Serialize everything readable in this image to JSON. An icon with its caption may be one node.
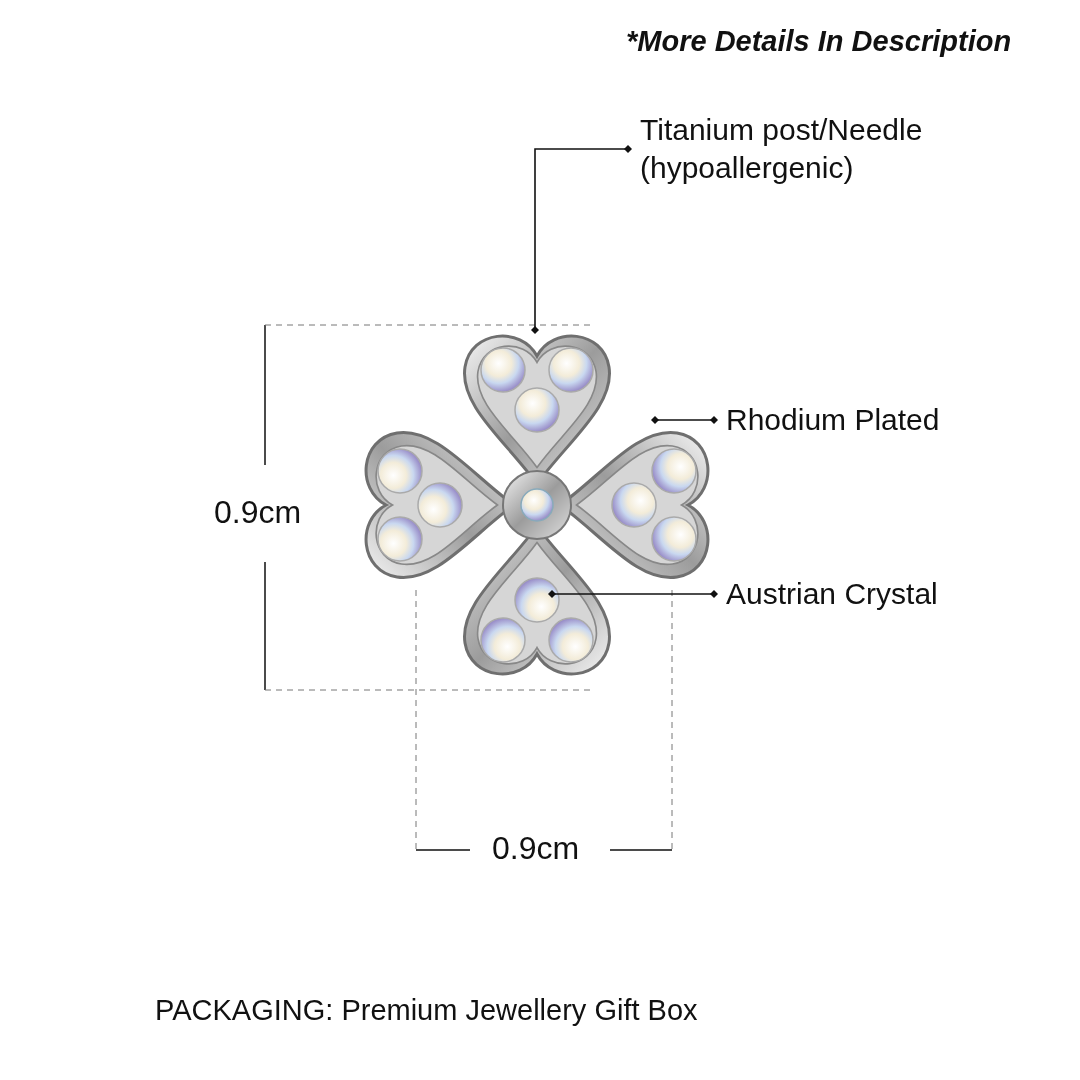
{
  "diagram": {
    "nodes": [
      {
        "text": [
          "Titanium post/Needle (hypoallergenic)"
        ]
      },
      {
        "text": [
          "Rhodium Plated"
        ]
      },
      {
        "text": [
          "Austrian Crystal"
        ]
      },
      {
        "text": [],
        "shape": "picture"
      }
    ],
    "edges": [
      {
        "from": 0,
        "to": 3,
        "arrow": "other"
      },
      {
        "from": 1,
        "to": 3,
        "arrow": "other"
      },
      {
        "from": 2,
        "to": 3,
        "arrow": "other"
      }
    ],
    "labels": [
      "*More Details In Description",
      "0.9cm",
      "0.9cm",
      "PACKAGING: Premium Jewellery Gift Box"
    ]
  }
}
